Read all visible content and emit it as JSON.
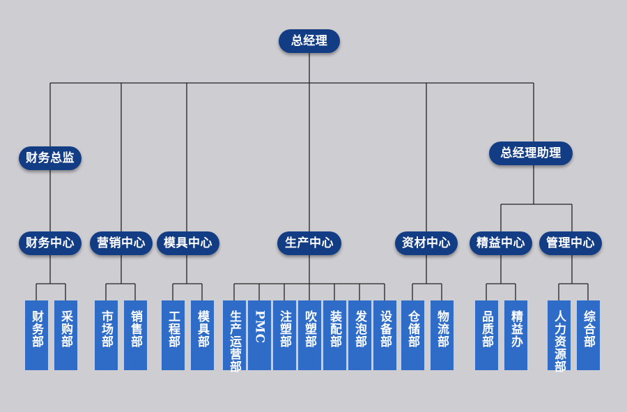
{
  "root": "总经理",
  "directors": [
    {
      "id": "finance_director",
      "label": "财务总监"
    },
    {
      "id": "gm_assistant",
      "label": "总经理助理"
    }
  ],
  "centers": [
    {
      "id": "finance",
      "label": "财务中心",
      "parent": "finance_director",
      "departments": [
        "财务部",
        "采购部"
      ]
    },
    {
      "id": "marketing",
      "label": "营销中心",
      "parent": "root",
      "departments": [
        "市场部",
        "销售部"
      ]
    },
    {
      "id": "mold",
      "label": "模具中心",
      "parent": "root",
      "departments": [
        "工程部",
        "模具部"
      ]
    },
    {
      "id": "production",
      "label": "生产中心",
      "parent": "root",
      "departments": [
        "生产运营部",
        "PMC",
        "注塑部",
        "吹塑部",
        "装配部",
        "发泡部",
        "设备部"
      ]
    },
    {
      "id": "materials",
      "label": "资材中心",
      "parent": "root",
      "departments": [
        "仓储部",
        "物流部"
      ]
    },
    {
      "id": "quality",
      "label": "精益中心",
      "parent": "gm_assistant",
      "departments": [
        "品质部",
        "精益办"
      ]
    },
    {
      "id": "management",
      "label": "管理中心",
      "parent": "gm_assistant",
      "departments": [
        "人力资源部",
        "综合部"
      ]
    }
  ],
  "colors": {
    "background": "#cdcdd2",
    "pill": "#123c84",
    "department_box": "#2e6cc7",
    "connector": "#222222",
    "text": "#ffffff"
  }
}
